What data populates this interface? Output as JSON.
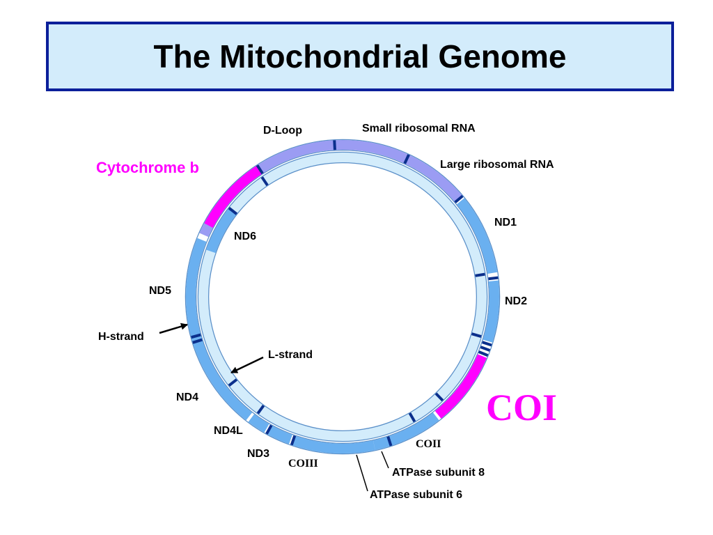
{
  "title": "The Mitochondrial Genome",
  "labels": {
    "d_loop": "D-Loop",
    "small_rrna": "Small ribosomal RNA",
    "large_rrna": "Large ribosomal RNA",
    "cytochrome_b": "Cytochrome b",
    "nd1": "ND1",
    "nd2": "ND2",
    "nd6": "ND6",
    "nd5": "ND5",
    "h_strand": "H-strand",
    "l_strand": "L-strand",
    "nd4": "ND4",
    "nd4l": "ND4L",
    "nd3": "ND3",
    "coiii": "COIII",
    "coii": "COII",
    "coi": "COI",
    "atpase8": "ATPase subunit 8",
    "atpase6": "ATPase subunit 6"
  },
  "colors": {
    "title_bg": "#d3ecfb",
    "title_border": "#0b1f9a",
    "rrna": "#9b9cf3",
    "protein_gene": "#6ab0f0",
    "highlight_gene": "#ff00ff",
    "l_strand_fill": "#d3ecfb",
    "trna_mark": "#0b2f8c"
  }
}
